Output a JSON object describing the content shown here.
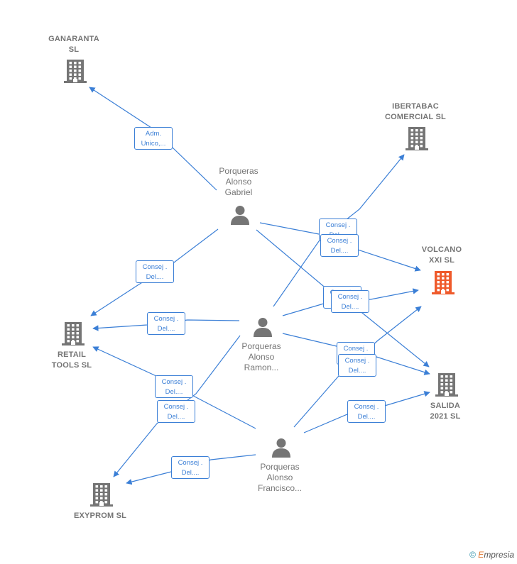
{
  "nodes": {
    "ganaranta": {
      "lines": [
        "GANARANTA",
        "SL"
      ]
    },
    "ibertabac": {
      "lines": [
        "IBERTABAC",
        "COMERCIAL SL"
      ]
    },
    "volcano": {
      "lines": [
        "VOLCANO",
        "XXI  SL"
      ]
    },
    "retail": {
      "lines": [
        "RETAIL",
        "TOOLS  SL"
      ]
    },
    "salida": {
      "lines": [
        "SALIDA",
        "2021  SL"
      ]
    },
    "exyprom": {
      "lines": [
        "EXYPROM SL"
      ]
    },
    "gabriel": {
      "lines": [
        "Porqueras",
        "Alonso",
        "Gabriel"
      ]
    },
    "ramon": {
      "lines": [
        "Porqueras",
        "Alonso",
        "Ramon..."
      ]
    },
    "francisco": {
      "lines": [
        "Porqueras",
        "Alonso",
        "Francisco..."
      ]
    }
  },
  "edge_labels": {
    "adm": [
      "Adm.",
      "Unico,..."
    ],
    "consej": [
      "Consej .",
      "Del...."
    ]
  },
  "colors": {
    "edge": "#3b7fd6",
    "company_icon": "#757575",
    "focus_icon": "#ef5a2b",
    "person_icon": "#757575"
  },
  "footer": {
    "copyright": "©",
    "brand_initial": "E",
    "brand_rest": "mpresia"
  }
}
